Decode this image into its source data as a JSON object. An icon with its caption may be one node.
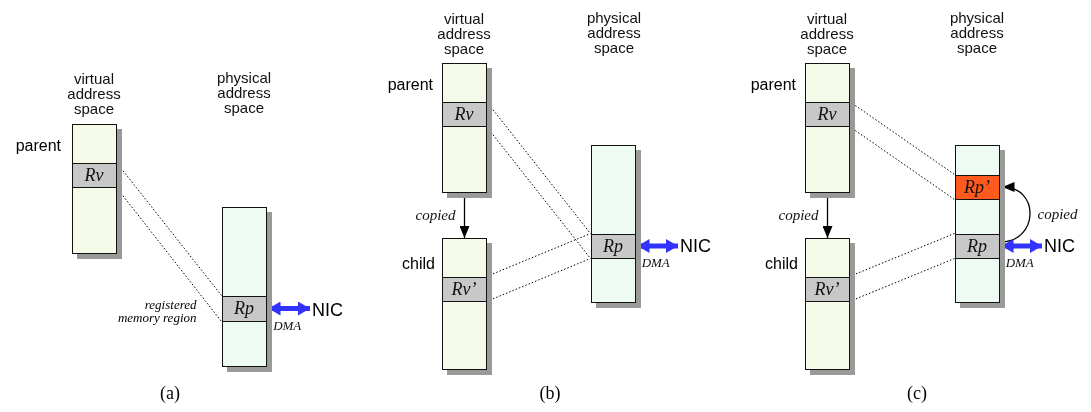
{
  "diagram": {
    "nodes": [
      {
        "text": [
          "virtual address space"
        ],
        "beside": [
          "parent"
        ]
      },
      {
        "text": [
          "Rv"
        ],
        "in": 0
      },
      {
        "text": [],
        "shape": "box"
      },
      {
        "text": [
          "Rp"
        ],
        "in": 2,
        "beside": [
          "registered memory region"
        ]
      },
      {
        "text": [
          "NIC"
        ]
      },
      {
        "text": [
          "virtual address space"
        ],
        "beside": [
          "parent"
        ]
      },
      {
        "text": [
          "Rv"
        ],
        "in": 5
      },
      {
        "text": [],
        "shape": "box",
        "beside": [
          "child"
        ]
      },
      {
        "text": [
          "Rv’"
        ],
        "in": 7
      },
      {
        "text": [],
        "shape": "box"
      },
      {
        "text": [
          "Rp"
        ],
        "in": 9
      },
      {
        "text": [
          "NIC"
        ]
      },
      {
        "text": [
          "virtual address space"
        ],
        "beside": [
          "parent"
        ]
      },
      {
        "text": [
          "Rv"
        ],
        "in": 12
      },
      {
        "text": [],
        "shape": "box",
        "beside": [
          "child"
        ]
      },
      {
        "text": [
          "Rv’"
        ],
        "in": 14
      },
      {
        "text": [],
        "shape": "box"
      },
      {
        "text": [
          "Rp’"
        ],
        "in": 16
      },
      {
        "text": [
          "Rp"
        ],
        "in": 16
      },
      {
        "text": [
          "NIC"
        ]
      }
    ],
    "edges": [
      {
        "from": 1,
        "to": 3,
        "arrow": "none",
        "style": "dashed"
      },
      {
        "from": 1,
        "to": 3,
        "arrow": "none",
        "style": "dashed"
      },
      {
        "from": 3,
        "to": 4,
        "arrow": "both",
        "style": "thick",
        "color": "#3333ff",
        "label": "DMA"
      },
      {
        "from": 5,
        "to": 7,
        "arrow": "to",
        "label": "copied"
      },
      {
        "from": 6,
        "to": 10,
        "arrow": "none",
        "style": "dashed"
      },
      {
        "from": 6,
        "to": 10,
        "arrow": "none",
        "style": "dashed"
      },
      {
        "from": 8,
        "to": 10,
        "arrow": "none",
        "style": "dashed"
      },
      {
        "from": 8,
        "to": 10,
        "arrow": "none",
        "style": "dashed"
      },
      {
        "from": 10,
        "to": 11,
        "arrow": "both",
        "style": "thick",
        "color": "#3333ff",
        "label": "DMA"
      },
      {
        "from": 12,
        "to": 14,
        "arrow": "to",
        "label": "copied"
      },
      {
        "from": 13,
        "to": 17,
        "arrow": "none",
        "style": "dashed"
      },
      {
        "from": 13,
        "to": 17,
        "arrow": "none",
        "style": "dashed"
      },
      {
        "from": 15,
        "to": 18,
        "arrow": "none",
        "style": "dashed"
      },
      {
        "from": 15,
        "to": 18,
        "arrow": "none",
        "style": "dashed"
      },
      {
        "from": 18,
        "to": 17,
        "arrow": "to",
        "label": "copied"
      },
      {
        "from": 18,
        "to": 19,
        "arrow": "both",
        "style": "thick",
        "color": "#3333ff",
        "label": "DMA"
      }
    ],
    "labels": [
      "physical address space",
      "physical address space",
      "physical address space",
      "(a)",
      "(b)",
      "(c)"
    ]
  }
}
